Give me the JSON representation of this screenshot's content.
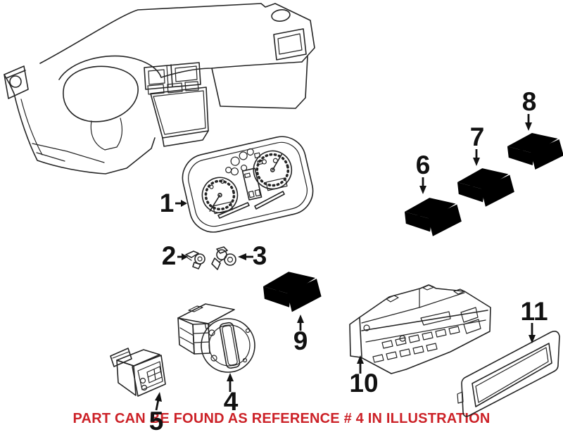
{
  "diagram": {
    "note": "PART CAN BE FOUND AS REFERENCE # 4 IN ILLUSTRATION",
    "note_color": "#cc2127",
    "line_color": "#242424",
    "background": "#ffffff",
    "callouts": [
      {
        "ref": "1",
        "part": "instrument-cluster"
      },
      {
        "ref": "2",
        "part": "bulb-socket"
      },
      {
        "ref": "3",
        "part": "bulb-with-socket"
      },
      {
        "ref": "4",
        "part": "headlight-switch"
      },
      {
        "ref": "5",
        "part": "switch"
      },
      {
        "ref": "6",
        "part": "rocker-switch"
      },
      {
        "ref": "7",
        "part": "rocker-switch"
      },
      {
        "ref": "8",
        "part": "rocker-switch"
      },
      {
        "ref": "9",
        "part": "rocker-switch"
      },
      {
        "ref": "10",
        "part": "climate-control-unit"
      },
      {
        "ref": "11",
        "part": "trim-bezel"
      }
    ]
  }
}
